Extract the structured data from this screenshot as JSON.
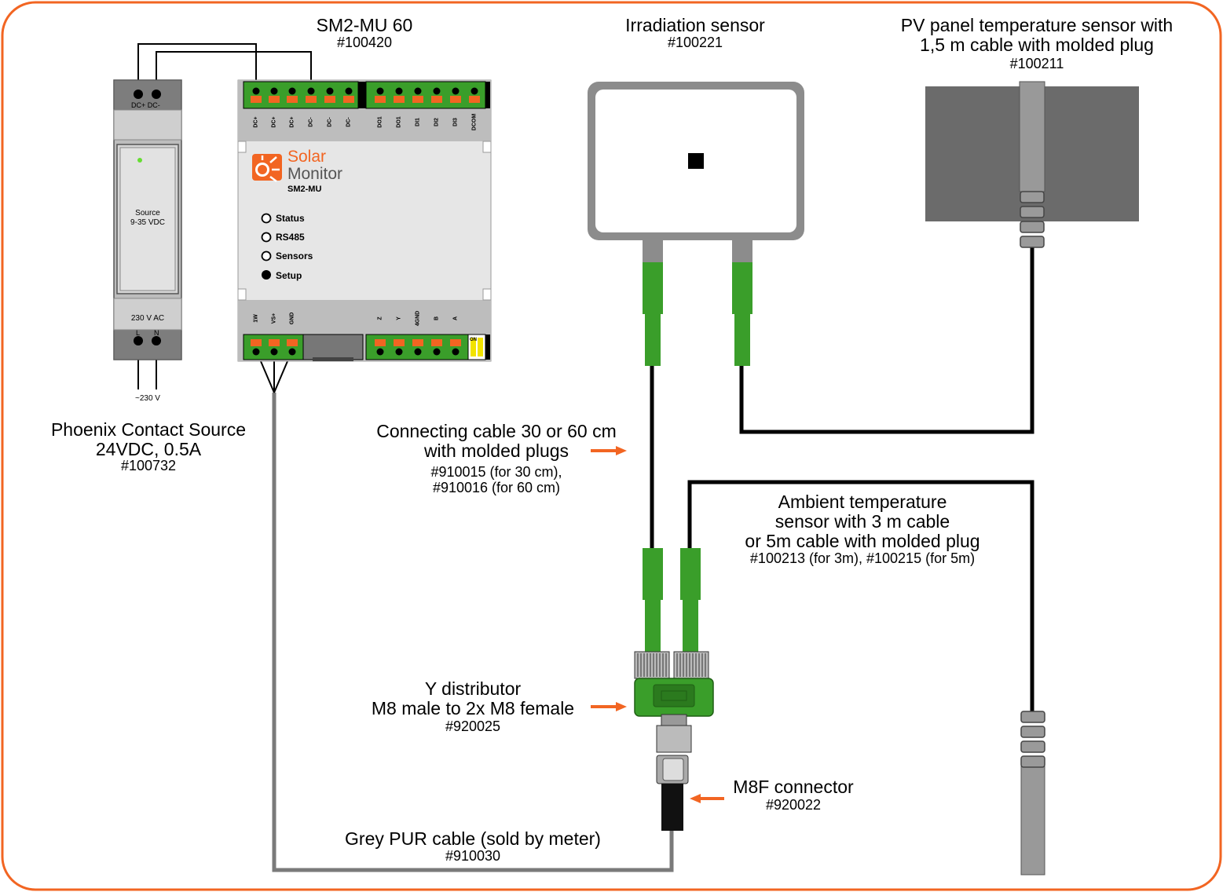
{
  "colors": {
    "frame": "#f26522",
    "connector_green": "#3a9e2a",
    "sensor_grey": "#888888",
    "cable_dark": "#000000",
    "grey_cable": "#7a7a7a",
    "arrow": "#f26522"
  },
  "labels": {
    "sm2mu_title": "SM2-MU 60",
    "sm2mu_code": "#100420",
    "irr_title": "Irradiation sensor",
    "irr_code": "#100221",
    "pv_title_1": "PV panel temperature sensor with",
    "pv_title_2": "1,5 m cable with molded plug",
    "pv_code": "#100211",
    "phoenix_1": "Phoenix Contact Source",
    "phoenix_2": "24VDC, 0.5A",
    "phoenix_code": "#100732",
    "conn_cable_1": "Connecting cable 30 or 60 cm",
    "conn_cable_2": "with molded plugs",
    "conn_cable_3": "#910015 (for 30 cm),",
    "conn_cable_4": "#910016 (for 60 cm)",
    "ambient_1": "Ambient temperature",
    "ambient_2": "sensor with 3 m cable",
    "ambient_3": "or 5m cable with molded plug",
    "ambient_4": "#100213 (for 3m), #100215 (for 5m)",
    "ydist_1": "Y distributor",
    "ydist_2": "M8 male to 2x M8 female",
    "ydist_code": "#920025",
    "m8f_1": "M8F connector",
    "m8f_code": "#920022",
    "grey_cable_1": "Grey PUR cable (sold by meter)",
    "grey_cable_code": "#910030"
  },
  "power_supply": {
    "top_terminals": "DC+ DC-",
    "body_1": "Source",
    "body_2": "9-35 VDC",
    "ac_label": "230 V AC",
    "l": "L",
    "n": "N",
    "mains": "~230 V"
  },
  "device": {
    "brand_1": "Solar",
    "brand_2": "Monitor",
    "model": "SM2-MU",
    "leds": [
      "Status",
      "RS485",
      "Sensors",
      "Setup"
    ],
    "top_terms_left": [
      "DC+",
      "DC+",
      "DC+",
      "DC-",
      "DC-",
      "DC-"
    ],
    "top_terms_right": [
      "DO1",
      "DO1",
      "DI1",
      "DI2",
      "DI3",
      "DCOM"
    ],
    "bottom_terms_left": [
      "1W",
      "VS+",
      "GND"
    ],
    "bottom_terms_right": [
      "Z",
      "Y",
      "4GND",
      "B",
      "A"
    ],
    "switch": "ON"
  }
}
